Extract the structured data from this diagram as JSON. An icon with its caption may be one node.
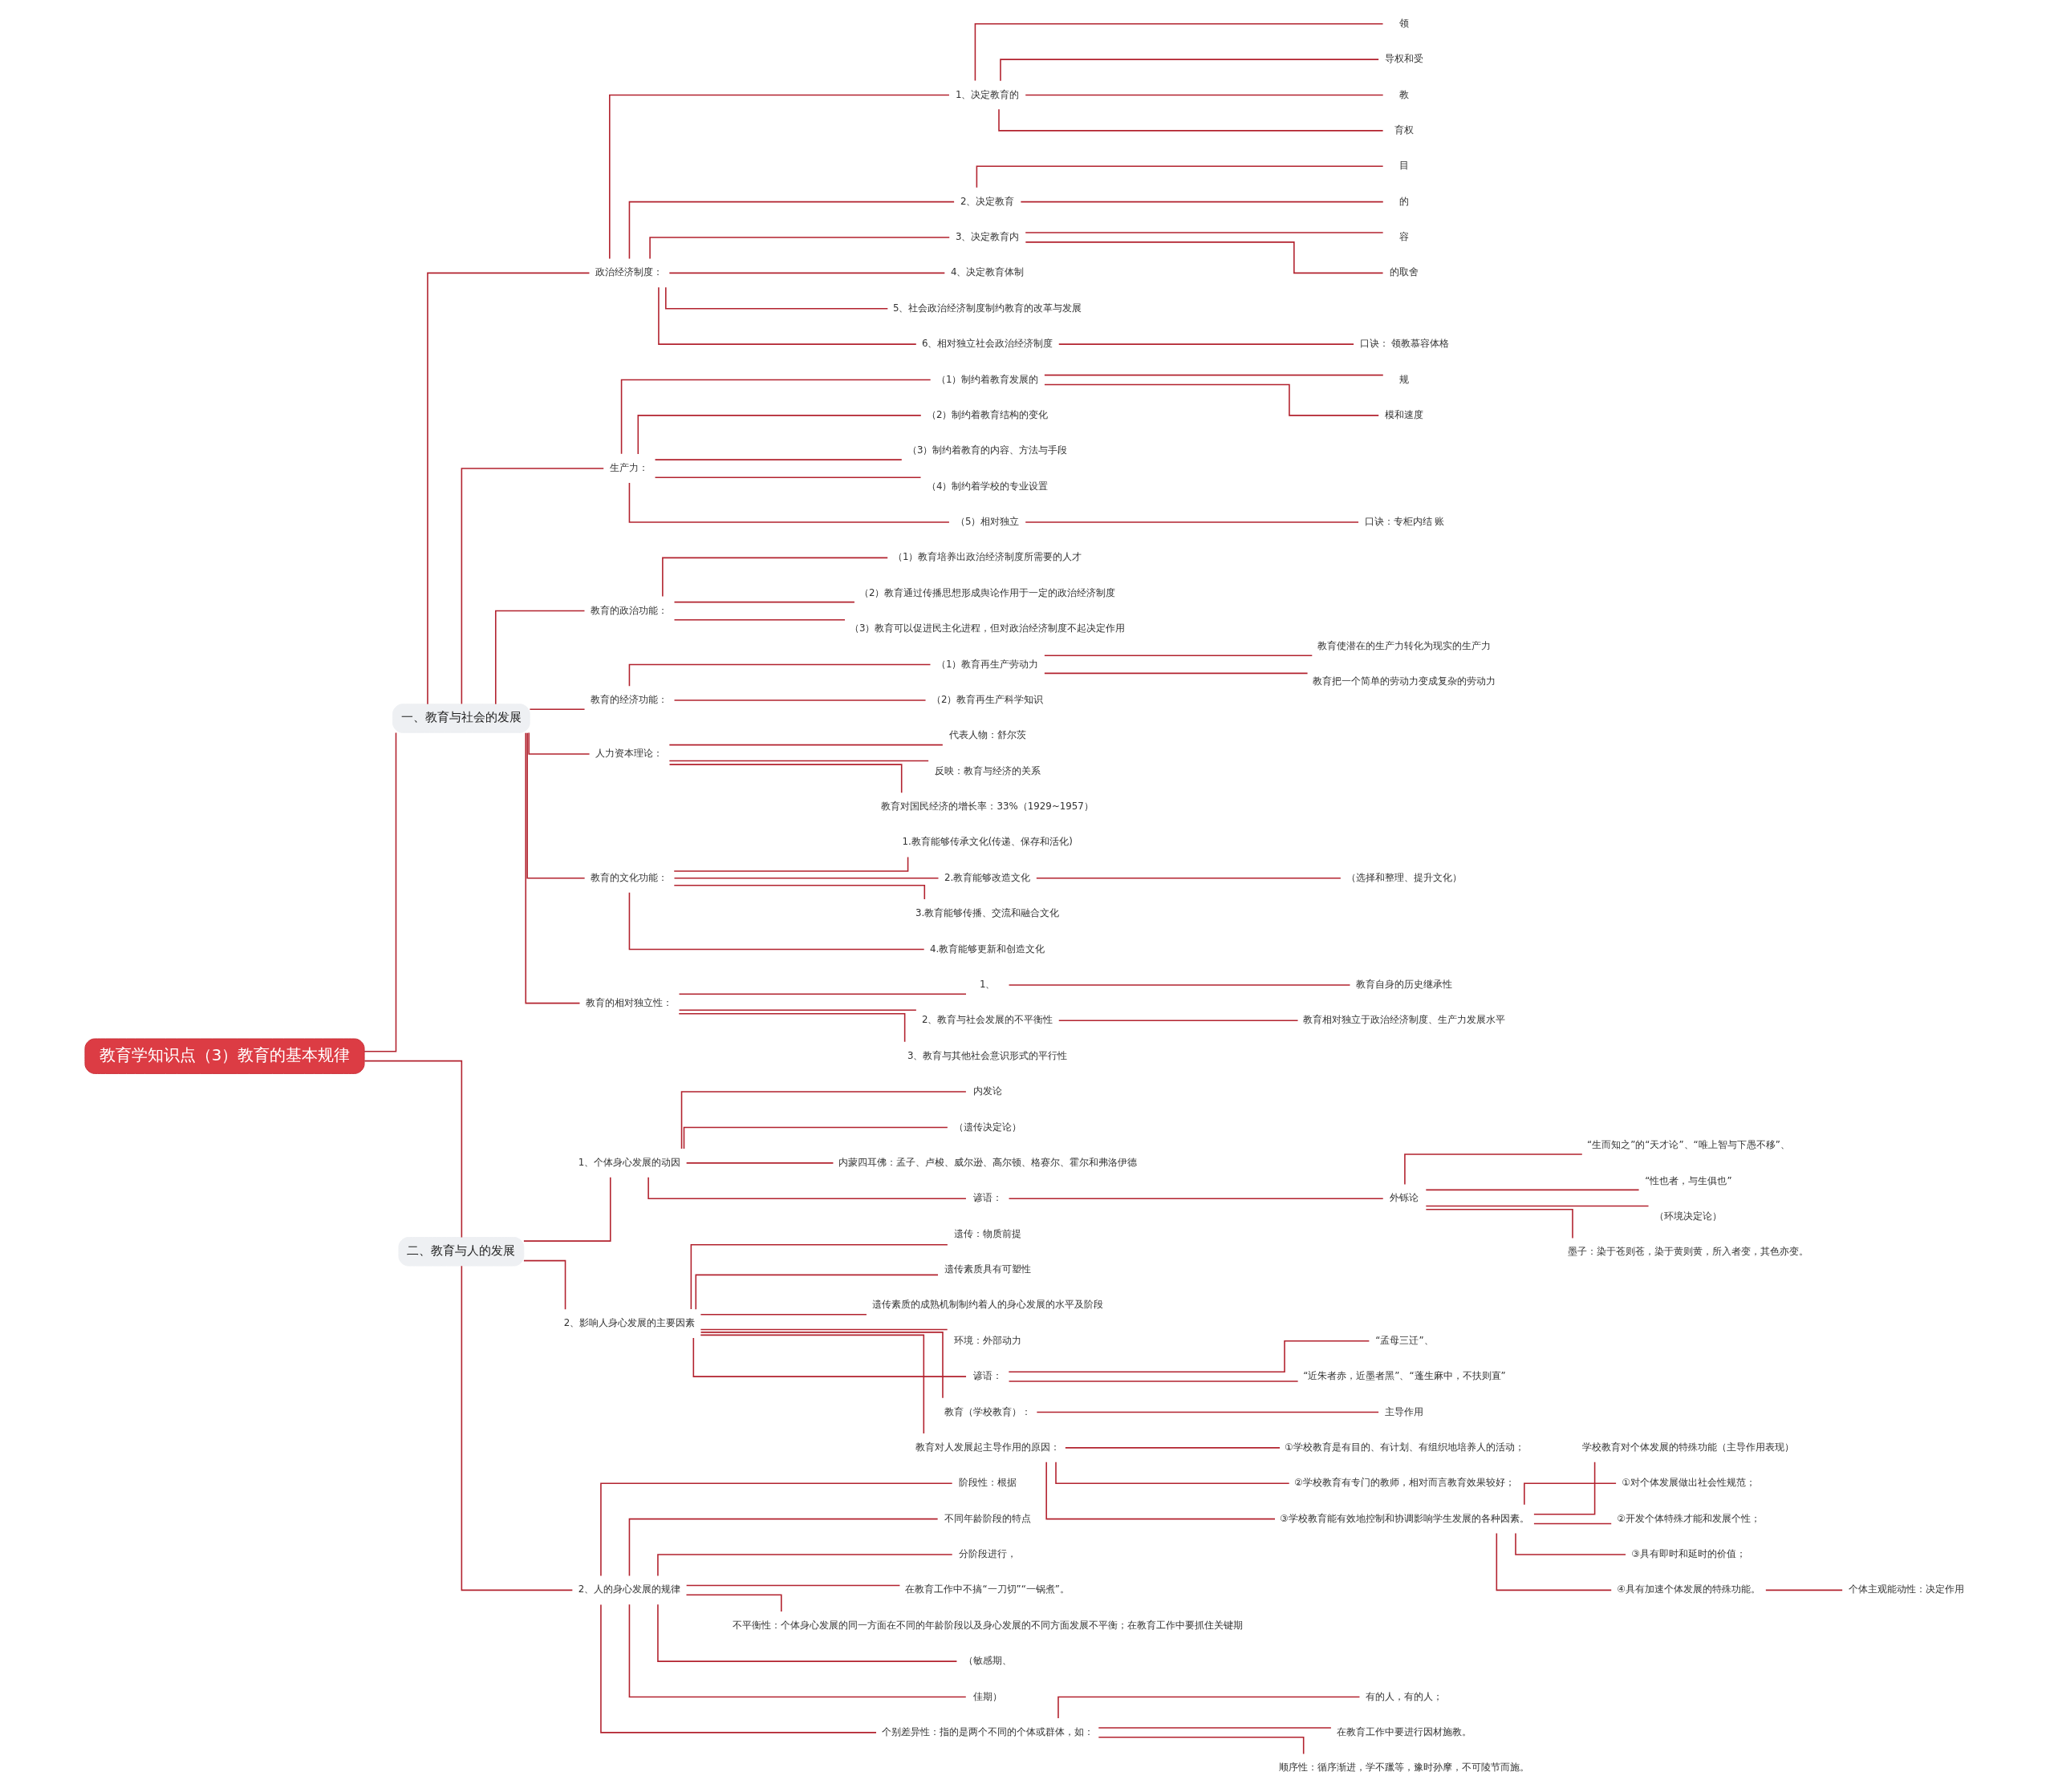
{
  "diagram": {
    "nodes": [
      {
        "text": [
          "教育学知识点（3）教育的基本规律"
        ]
      },
      {
        "text": [
          "一、教育与社会的发展"
        ]
      },
      {
        "text": [
          "政治经济制度："
        ]
      },
      {
        "text": [
          "1、决定教育的"
        ]
      },
      {
        "text": [
          "领"
        ]
      },
      {
        "text": [
          "导权和受"
        ]
      },
      {
        "text": [
          "教"
        ]
      },
      {
        "text": [
          "育权"
        ]
      },
      {
        "text": [
          "2、决定教育"
        ]
      },
      {
        "text": [
          "目"
        ]
      },
      {
        "text": [
          "的"
        ]
      },
      {
        "text": [
          "3、决定教育内"
        ]
      },
      {
        "text": [
          "容"
        ]
      },
      {
        "text": [
          "的取舍"
        ]
      },
      {
        "text": [
          "4、决定教育体制"
        ]
      },
      {
        "text": [
          "5、社会政治经济制度制约教育的改革与发展"
        ]
      },
      {
        "text": [
          "6、相对独立社会政治经济制度"
        ]
      },
      {
        "text": [
          "口诀： 领教慕容体格"
        ]
      },
      {
        "text": [
          "生产力："
        ]
      },
      {
        "text": [
          "（1）制约着教育发展的"
        ]
      },
      {
        "text": [
          "规"
        ]
      },
      {
        "text": [
          "模和速度"
        ]
      },
      {
        "text": [
          "（2）制约着教育结构的变化"
        ]
      },
      {
        "text": [
          "（3）制约着教育的内容、方法与手段"
        ]
      },
      {
        "text": [
          "（4）制约着学校的专业设置"
        ]
      },
      {
        "text": [
          "（5）相对独立"
        ]
      },
      {
        "text": [
          "口诀：专柜内结 账"
        ]
      },
      {
        "text": [
          "教育的政治功能："
        ]
      },
      {
        "text": [
          "（1）教育培养出政治经济制度所需要的人才"
        ]
      },
      {
        "text": [
          "（2）教育通过传播思想形成舆论作用于一定的政治经济制度"
        ]
      },
      {
        "text": [
          "（3）教育可以促进民主化进程，但对政治经济制度不起决定作用"
        ]
      },
      {
        "text": [
          "教育的经济功能："
        ]
      },
      {
        "text": [
          "（1）教育再生产劳动力"
        ]
      },
      {
        "text": [
          "教育使潜在的生产力转化为现实的生产力"
        ]
      },
      {
        "text": [
          "教育把一个简单的劳动力变成复杂的劳动力"
        ]
      },
      {
        "text": [
          "（2）教育再生产科学知识"
        ]
      },
      {
        "text": [
          "人力资本理论："
        ]
      },
      {
        "text": [
          "代表人物：舒尔茨"
        ]
      },
      {
        "text": [
          "反映：教育与经济的关系"
        ]
      },
      {
        "text": [
          "教育对国民经济的增长率：33%（1929~1957）"
        ]
      },
      {
        "text": [
          "教育的文化功能："
        ]
      },
      {
        "text": [
          "1.教育能够传承文化(传递、保存和活化)"
        ]
      },
      {
        "text": [
          "2.教育能够改造文化"
        ]
      },
      {
        "text": [
          "（选择和整理、提升文化）"
        ]
      },
      {
        "text": [
          "3.教育能够传播、交流和融合文化"
        ]
      },
      {
        "text": [
          "4.教育能够更新和创造文化"
        ]
      },
      {
        "text": [
          "教育的相对独立性："
        ]
      },
      {
        "text": [
          "1、"
        ]
      },
      {
        "text": [
          "教育自身的历史继承性"
        ]
      },
      {
        "text": [
          "2、教育与社会发展的不平衡性"
        ]
      },
      {
        "text": [
          "教育相对独立于政治经济制度、生产力发展水平"
        ]
      },
      {
        "text": [
          "3、教育与其他社会意识形式的平行性"
        ]
      },
      {
        "text": [
          "二、教育与人的发展"
        ]
      },
      {
        "text": [
          "1、个体身心发展的动因"
        ]
      },
      {
        "text": [
          "内发论"
        ]
      },
      {
        "text": [
          "（遗传决定论）"
        ]
      },
      {
        "text": [
          "内蒙四耳佛：孟子、卢梭、威尔逊、高尔顿、格赛尔、霍尔和弗洛伊德"
        ]
      },
      {
        "text": [
          "谚语："
        ]
      },
      {
        "text": [
          "外铄论"
        ]
      },
      {
        "text": [
          "“生而知之”的“天才论”、“唯上智与下愚不移”、"
        ]
      },
      {
        "text": [
          "“性也者，与生俱也”"
        ]
      },
      {
        "text": [
          "（环境决定论）"
        ]
      },
      {
        "text": [
          "墨子：染于苍则苍，染于黄则黄，所入者变，其色亦变。"
        ]
      },
      {
        "text": [
          "2、影响人身心发展的主要因素"
        ]
      },
      {
        "text": [
          "遗传：物质前提"
        ]
      },
      {
        "text": [
          "遗传素质具有可塑性"
        ]
      },
      {
        "text": [
          "遗传素质的成熟机制制约着人的身心发展的水平及阶段"
        ]
      },
      {
        "text": [
          "环境：外部动力"
        ]
      },
      {
        "text": [
          "谚语："
        ]
      },
      {
        "text": [
          "“孟母三迁”、"
        ]
      },
      {
        "text": [
          "“近朱者赤，近墨者黑”、“蓬生麻中，不扶则直”"
        ]
      },
      {
        "text": [
          "教育（学校教育）："
        ]
      },
      {
        "text": [
          "主导作用"
        ]
      },
      {
        "text": [
          "教育对人发展起主导作用的原因："
        ]
      },
      {
        "text": [
          "①学校教育是有目的、有计划、有组织地培养人的活动；"
        ]
      },
      {
        "text": [
          "②学校教育有专门的教师，相对而言教育效果较好；"
        ]
      },
      {
        "text": [
          "③学校教育能有效地控制和协调影响学生发展的各种因素。"
        ]
      },
      {
        "text": [
          "学校教育对个体发展的特殊功能（主导作用表现）"
        ]
      },
      {
        "text": [
          "①对个体发展做出社会性规范；"
        ]
      },
      {
        "text": [
          "②开发个体特殊才能和发展个性；"
        ]
      },
      {
        "text": [
          "③具有即时和延时的价值；"
        ]
      },
      {
        "text": [
          "④具有加速个体发展的特殊功能。"
        ]
      },
      {
        "text": [
          "个体主观能动性：决定作用"
        ]
      },
      {
        "text": [
          "2、人的身心发展的规律"
        ]
      },
      {
        "text": [
          "阶段性：根据"
        ]
      },
      {
        "text": [
          "不同年龄阶段的特点"
        ]
      },
      {
        "text": [
          "分阶段进行，"
        ]
      },
      {
        "text": [
          "在教育工作中不搞“一刀切”“一锅煮”。"
        ]
      },
      {
        "text": [
          "不平衡性：个体身心发展的同一方面在不同的年龄阶段以及身心发展的不同方面发展不平衡；在教育工作中要抓住关键期"
        ]
      },
      {
        "text": [
          "（敏感期、"
        ]
      },
      {
        "text": [
          "佳期）"
        ]
      },
      {
        "text": [
          "个别差异性：指的是两个不同的个体或群体，如："
        ]
      },
      {
        "text": [
          "有的人，有的人；"
        ]
      },
      {
        "text": [
          "在教育工作中要进行因材施教。"
        ]
      },
      {
        "text": [
          "顺序性：循序渐进，学不躐等，豫时孙摩，不可陵节而施。"
        ]
      }
    ],
    "edges": [
      {
        "from": 0,
        "to": 1,
        "arrow": "none"
      },
      {
        "from": 1,
        "to": 2,
        "arrow": "none"
      },
      {
        "from": 2,
        "to": 3,
        "arrow": "none"
      },
      {
        "from": 3,
        "to": 4,
        "arrow": "none"
      },
      {
        "from": 3,
        "to": 5,
        "arrow": "none"
      },
      {
        "from": 3,
        "to": 6,
        "arrow": "none"
      },
      {
        "from": 3,
        "to": 7,
        "arrow": "none"
      },
      {
        "from": 2,
        "to": 8,
        "arrow": "none"
      },
      {
        "from": 8,
        "to": 9,
        "arrow": "none"
      },
      {
        "from": 8,
        "to": 10,
        "arrow": "none"
      },
      {
        "from": 2,
        "to": 11,
        "arrow": "none"
      },
      {
        "from": 11,
        "to": 12,
        "arrow": "none"
      },
      {
        "from": 11,
        "to": 13,
        "arrow": "none"
      },
      {
        "from": 2,
        "to": 14,
        "arrow": "none"
      },
      {
        "from": 2,
        "to": 15,
        "arrow": "none"
      },
      {
        "from": 2,
        "to": 16,
        "arrow": "none"
      },
      {
        "from": 16,
        "to": 17,
        "arrow": "none"
      },
      {
        "from": 1,
        "to": 18,
        "arrow": "none"
      },
      {
        "from": 18,
        "to": 19,
        "arrow": "none"
      },
      {
        "from": 19,
        "to": 20,
        "arrow": "none"
      },
      {
        "from": 19,
        "to": 21,
        "arrow": "none"
      },
      {
        "from": 18,
        "to": 22,
        "arrow": "none"
      },
      {
        "from": 18,
        "to": 23,
        "arrow": "none"
      },
      {
        "from": 18,
        "to": 24,
        "arrow": "none"
      },
      {
        "from": 18,
        "to": 25,
        "arrow": "none"
      },
      {
        "from": 25,
        "to": 26,
        "arrow": "none"
      },
      {
        "from": 1,
        "to": 27,
        "arrow": "none"
      },
      {
        "from": 27,
        "to": 28,
        "arrow": "none"
      },
      {
        "from": 27,
        "to": 29,
        "arrow": "none"
      },
      {
        "from": 27,
        "to": 30,
        "arrow": "none"
      },
      {
        "from": 1,
        "to": 31,
        "arrow": "none"
      },
      {
        "from": 31,
        "to": 32,
        "arrow": "none"
      },
      {
        "from": 32,
        "to": 33,
        "arrow": "none"
      },
      {
        "from": 32,
        "to": 34,
        "arrow": "none"
      },
      {
        "from": 31,
        "to": 35,
        "arrow": "none"
      },
      {
        "from": 1,
        "to": 36,
        "arrow": "none"
      },
      {
        "from": 36,
        "to": 37,
        "arrow": "none"
      },
      {
        "from": 36,
        "to": 38,
        "arrow": "none"
      },
      {
        "from": 36,
        "to": 39,
        "arrow": "none"
      },
      {
        "from": 1,
        "to": 40,
        "arrow": "none"
      },
      {
        "from": 40,
        "to": 41,
        "arrow": "none"
      },
      {
        "from": 40,
        "to": 42,
        "arrow": "none"
      },
      {
        "from": 42,
        "to": 43,
        "arrow": "none"
      },
      {
        "from": 40,
        "to": 44,
        "arrow": "none"
      },
      {
        "from": 40,
        "to": 45,
        "arrow": "none"
      },
      {
        "from": 1,
        "to": 46,
        "arrow": "none"
      },
      {
        "from": 46,
        "to": 47,
        "arrow": "none"
      },
      {
        "from": 47,
        "to": 48,
        "arrow": "none"
      },
      {
        "from": 46,
        "to": 49,
        "arrow": "none"
      },
      {
        "from": 49,
        "to": 50,
        "arrow": "none"
      },
      {
        "from": 46,
        "to": 51,
        "arrow": "none"
      },
      {
        "from": 0,
        "to": 52,
        "arrow": "none"
      },
      {
        "from": 52,
        "to": 53,
        "arrow": "none"
      },
      {
        "from": 53,
        "to": 54,
        "arrow": "none"
      },
      {
        "from": 53,
        "to": 55,
        "arrow": "none"
      },
      {
        "from": 53,
        "to": 56,
        "arrow": "none"
      },
      {
        "from": 53,
        "to": 57,
        "arrow": "none"
      },
      {
        "from": 57,
        "to": 58,
        "arrow": "none"
      },
      {
        "from": 58,
        "to": 59,
        "arrow": "none"
      },
      {
        "from": 58,
        "to": 60,
        "arrow": "none"
      },
      {
        "from": 58,
        "to": 61,
        "arrow": "none"
      },
      {
        "from": 58,
        "to": 62,
        "arrow": "none"
      },
      {
        "from": 52,
        "to": 63,
        "arrow": "none"
      },
      {
        "from": 63,
        "to": 64,
        "arrow": "none"
      },
      {
        "from": 63,
        "to": 65,
        "arrow": "none"
      },
      {
        "from": 63,
        "to": 66,
        "arrow": "none"
      },
      {
        "from": 63,
        "to": 67,
        "arrow": "none"
      },
      {
        "from": 63,
        "to": 68,
        "arrow": "none"
      },
      {
        "from": 68,
        "to": 69,
        "arrow": "none"
      },
      {
        "from": 68,
        "to": 70,
        "arrow": "none"
      },
      {
        "from": 63,
        "to": 71,
        "arrow": "none"
      },
      {
        "from": 71,
        "to": 72,
        "arrow": "none"
      },
      {
        "from": 63,
        "to": 73,
        "arrow": "none"
      },
      {
        "from": 73,
        "to": 74,
        "arrow": "none"
      },
      {
        "from": 73,
        "to": 75,
        "arrow": "none"
      },
      {
        "from": 73,
        "to": 76,
        "arrow": "none"
      },
      {
        "from": 76,
        "to": 77,
        "arrow": "none"
      },
      {
        "from": 76,
        "to": 78,
        "arrow": "none"
      },
      {
        "from": 76,
        "to": 79,
        "arrow": "none"
      },
      {
        "from": 76,
        "to": 80,
        "arrow": "none"
      },
      {
        "from": 76,
        "to": 81,
        "arrow": "none"
      },
      {
        "from": 81,
        "to": 82,
        "arrow": "none"
      },
      {
        "from": 52,
        "to": 83,
        "arrow": "none"
      },
      {
        "from": 83,
        "to": 84,
        "arrow": "none"
      },
      {
        "from": 83,
        "to": 85,
        "arrow": "none"
      },
      {
        "from": 83,
        "to": 86,
        "arrow": "none"
      },
      {
        "from": 83,
        "to": 87,
        "arrow": "none"
      },
      {
        "from": 83,
        "to": 88,
        "arrow": "none"
      },
      {
        "from": 83,
        "to": 89,
        "arrow": "none"
      },
      {
        "from": 83,
        "to": 90,
        "arrow": "none"
      },
      {
        "from": 83,
        "to": 91,
        "arrow": "none"
      },
      {
        "from": 91,
        "to": 92,
        "arrow": "none"
      },
      {
        "from": 91,
        "to": 93,
        "arrow": "none"
      },
      {
        "from": 91,
        "to": 94,
        "arrow": "none"
      }
    ]
  }
}
